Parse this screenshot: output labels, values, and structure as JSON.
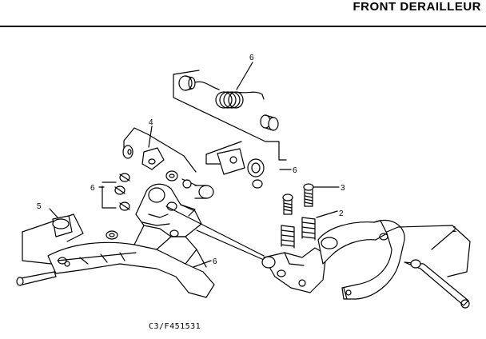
{
  "header": {
    "title": "FRONT DERAILLEUR"
  },
  "callouts": {
    "c1": "1",
    "c2": "2",
    "c3": "3",
    "c4": "4",
    "c5": "5",
    "c6_top": "6",
    "c6_right": "6",
    "c6_left": "6",
    "c6_cage": "6"
  },
  "caption": "C3/F451531"
}
